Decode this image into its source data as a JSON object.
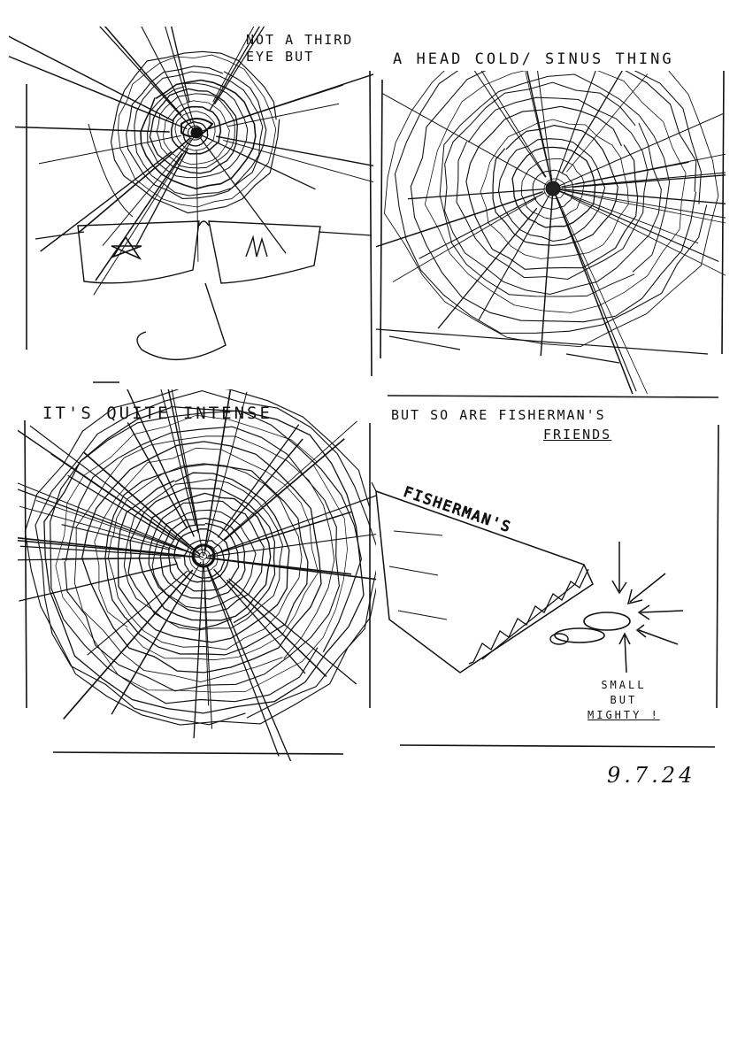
{
  "panels": [
    {
      "caption_lines": [
        "NOT A THIRD",
        "EYE BUT"
      ]
    },
    {
      "caption_lines": [
        "A HEAD COLD/ SINUS THING"
      ]
    },
    {
      "caption_lines": [
        "IT'S QUITE INTENSE"
      ]
    },
    {
      "caption_lines": [
        "BUT SO ARE FISHERMAN'S",
        "FRIENDS"
      ],
      "packet_text": "FISHERMAN'S",
      "note_lines": [
        "SMALL",
        "BUT",
        "MIGHTY !"
      ]
    }
  ],
  "date": "9.7.24",
  "colors": {
    "ink": "#111111",
    "paper": "#ffffff"
  },
  "icons": [
    "spiral-icon",
    "radiating-lines-icon",
    "sunglasses-drawing",
    "lozenge-packet-drawing",
    "arrow-icon"
  ]
}
